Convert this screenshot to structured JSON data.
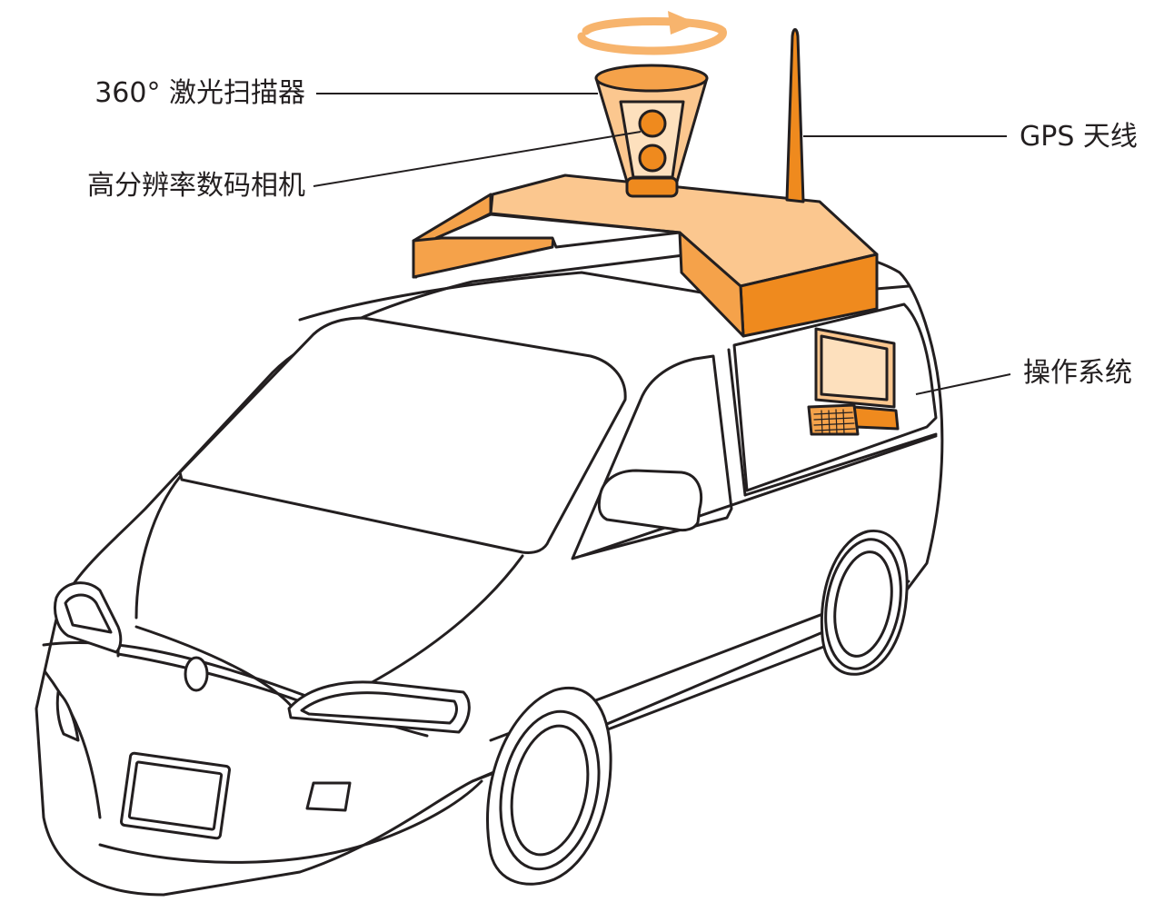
{
  "labels": {
    "laser_scanner": "360° 激光扫描器",
    "camera": "高分辨率数码相机",
    "gps_antenna": "GPS 天线",
    "operating_system": "操作系统"
  },
  "colors": {
    "outline": "#231f20",
    "orange_dark": "#ef8a1e",
    "orange_mid": "#f5a24a",
    "orange_light": "#fbc78f",
    "orange_pale": "#fde0bd",
    "white": "#ffffff"
  },
  "icons": {
    "rotation": "rotation-arrow-icon"
  }
}
